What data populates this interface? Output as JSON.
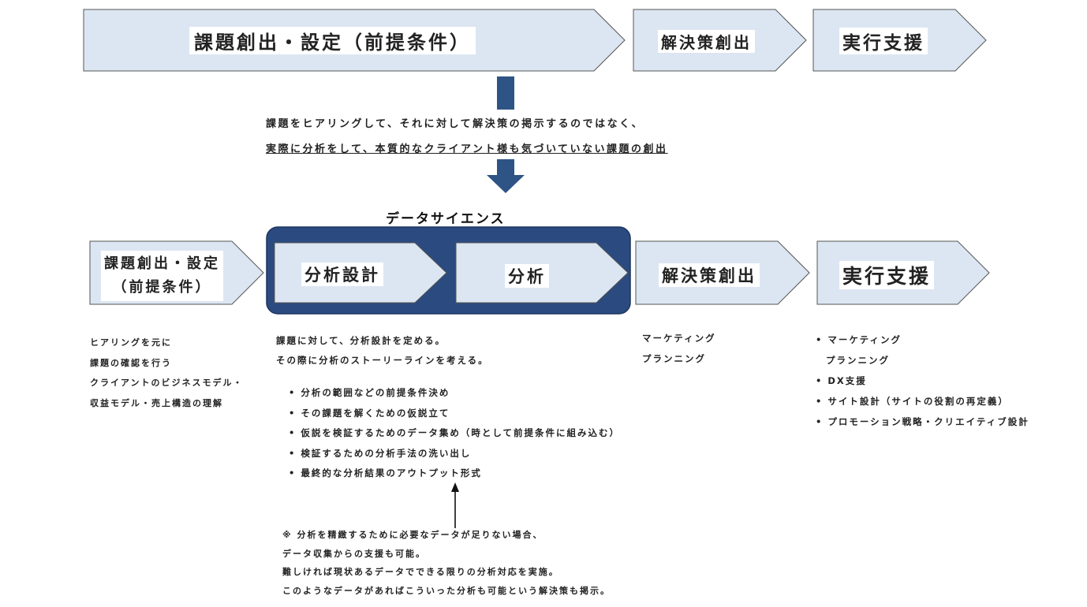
{
  "top_flow": {
    "step1": "課題創出・設定（前提条件）",
    "step2": "解決策創出",
    "step3": "実行支援"
  },
  "explanation": {
    "line1": "課題をヒアリングして、それに対して解決策の掲示するのではなく、",
    "line2": "実際に分析をして、本質的なクライアント様も気づいていない課題の創出"
  },
  "data_science_label": "データサイエンス",
  "bottom_flow": {
    "step1_line1": "課題創出・設定",
    "step1_line2": "（前提条件）",
    "step2": "分析設計",
    "step3": "分析",
    "step4": "解決策創出",
    "step5": "実行支援"
  },
  "col1": [
    "ヒアリングを元に",
    "課題の確認を行う",
    "クライアントのビジネスモデル・",
    "収益モデル・売上構造の理解"
  ],
  "col2": {
    "intro": [
      "課題に対して、分析設計を定める。",
      "その際に分析のストーリーラインを考える。"
    ],
    "bullets": [
      "分析の範囲などの前提条件決め",
      "その課題を解くための仮説立て",
      "仮説を検証するためのデータ集め（時として前提条件に組み込む）",
      "検証するための分析手法の洗い出し",
      "最終的な分析結果のアウトプット形式"
    ]
  },
  "col3": [
    "マーケティング",
    "プランニング"
  ],
  "col4": {
    "bullets": [
      "マーケティング",
      "プランニング",
      "DX支援",
      "サイト設計（サイトの役割の再定義）",
      "プロモーション戦略・クリエイティブ設計"
    ]
  },
  "note": [
    "※ 分析を精緻するために必要なデータが足りない場合、",
    "データ収集からの支援も可能。",
    "難しければ現状あるデータでできる限りの分析対応を実施。",
    "このようなデータがあればこういった分析も可能という解決策も掲示。"
  ],
  "colors": {
    "chevron_fill": "#dce6f2",
    "chevron_stroke": "#555555",
    "navy": "#2b4a7f",
    "arrow": "#2e5485"
  }
}
